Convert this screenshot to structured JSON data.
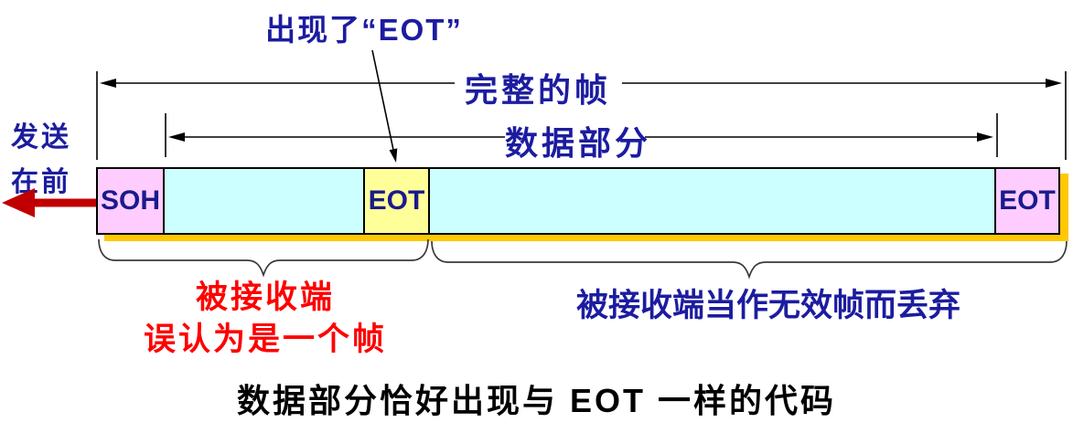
{
  "title": "出现了“EOT”",
  "send_label": {
    "line1": "发送",
    "line2": "在前"
  },
  "dimension_labels": {
    "full_frame": "完整的帧",
    "data_part": "数据部分"
  },
  "frame": {
    "soh": "SOH",
    "eot_in_data": "EOT",
    "eot_end": "EOT"
  },
  "annotations": {
    "misinterpreted_line1": "被接收端",
    "misinterpreted_line2": "误认为是一个帧",
    "discarded": "被接收端当作无效帧而丢弃"
  },
  "caption": "数据部分恰好出现与 EOT 一样的代码",
  "colors": {
    "label_blue": "#1c1ca0",
    "box_label_blue": "#1a1a8c",
    "alert_red": "#ff0000",
    "arrow_red": "#c00000",
    "soh_pink": "#ffccff",
    "data_cyan": "#ccffff",
    "eot_yellow": "#ffff99",
    "shadow_gold": "#ffc800",
    "line_black": "#000000"
  }
}
